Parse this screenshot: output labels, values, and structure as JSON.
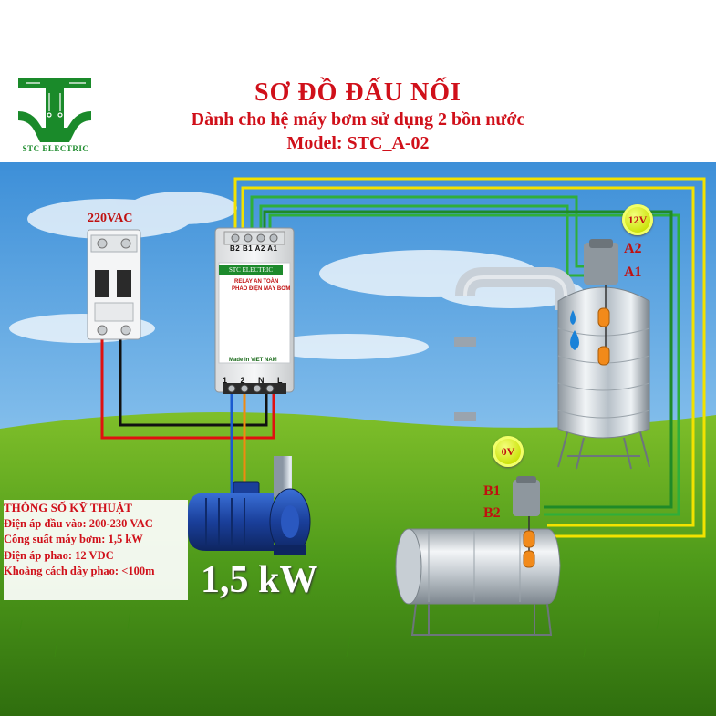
{
  "header": {
    "title": "SƠ ĐỒ ĐẤU NỐI",
    "subtitle": "Dành cho hệ máy bơm sử dụng 2 bồn nước",
    "model": "Model: STC_A-02"
  },
  "logo": {
    "text": "STC ELECTRIC",
    "icon": "stc-circuit-logo-icon",
    "color": "#1a8a2a"
  },
  "supply": {
    "voltage_label": "220VAC"
  },
  "relay": {
    "terminals_top": "B2 B1 A2 A1",
    "brand": "STC ELECTRIC",
    "title_line1": "RELAY AN TOÀN",
    "title_line2": "PHAO ĐIỆN MÁY BƠM",
    "made_in": "Made in VIET NAM",
    "terminals_bottom": "1 2 N L"
  },
  "upper_tank": {
    "sensor_a2": "A2",
    "sensor_a1": "A1",
    "voltage_badge": "12V"
  },
  "lower_tank": {
    "sensor_b1": "B1",
    "sensor_b2": "B2",
    "voltage_badge": "0V"
  },
  "specs": {
    "title": "THÔNG SỐ KỸ THUẬT",
    "lines": [
      "Điện áp đầu vào: 200-230 VAC",
      "Công suất máy bơm: 1,5 kW",
      "Điện áp phao: 12 VDC",
      "Khoảng cách dây phao: <100m"
    ]
  },
  "pump": {
    "power_label": "1,5 kW"
  },
  "colors": {
    "title_red": "#d0101a",
    "wire_yellow": "#f2e200",
    "wire_green": "#2fae3a",
    "wire_red": "#e01010",
    "wire_black": "#111111",
    "wire_blue": "#1a5ad0",
    "wire_orange": "#f08a10"
  }
}
